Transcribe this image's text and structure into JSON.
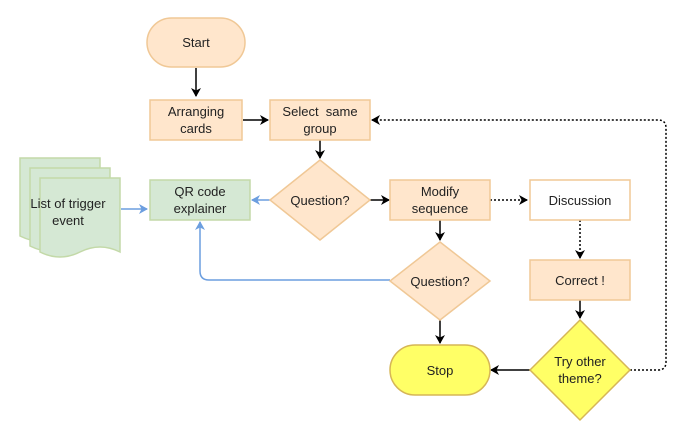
{
  "colors": {
    "peach_fill": "#FFE6CC",
    "peach_stroke": "#F0C896",
    "green_fill": "#D5E8D4",
    "green_stroke": "#C3D9A8",
    "yellow_fill": "#FFFF66",
    "yellow_stroke": "#D6B656",
    "white_fill": "#FFFFFF",
    "edge_black": "#000000",
    "edge_blue": "#6C9EDF"
  },
  "nodes": {
    "start": {
      "line1": "Start"
    },
    "arranging": {
      "line1": "Arranging",
      "line2": "cards"
    },
    "select_group": {
      "line1": "Select  same",
      "line2": "group"
    },
    "question_1": {
      "line1": "Question?"
    },
    "qr_explainer": {
      "line1": "QR code",
      "line2": "explainer"
    },
    "trigger_list": {
      "line1": "List of trigger",
      "line2": "event"
    },
    "modify_sequence": {
      "line1": "Modify",
      "line2": "sequence"
    },
    "discussion": {
      "line1": "Discussion"
    },
    "question_2": {
      "line1": "Question?"
    },
    "correct": {
      "line1": "Correct !"
    },
    "try_other": {
      "line1": "Try other",
      "line2": "theme?"
    },
    "stop": {
      "line1": "Stop"
    }
  }
}
